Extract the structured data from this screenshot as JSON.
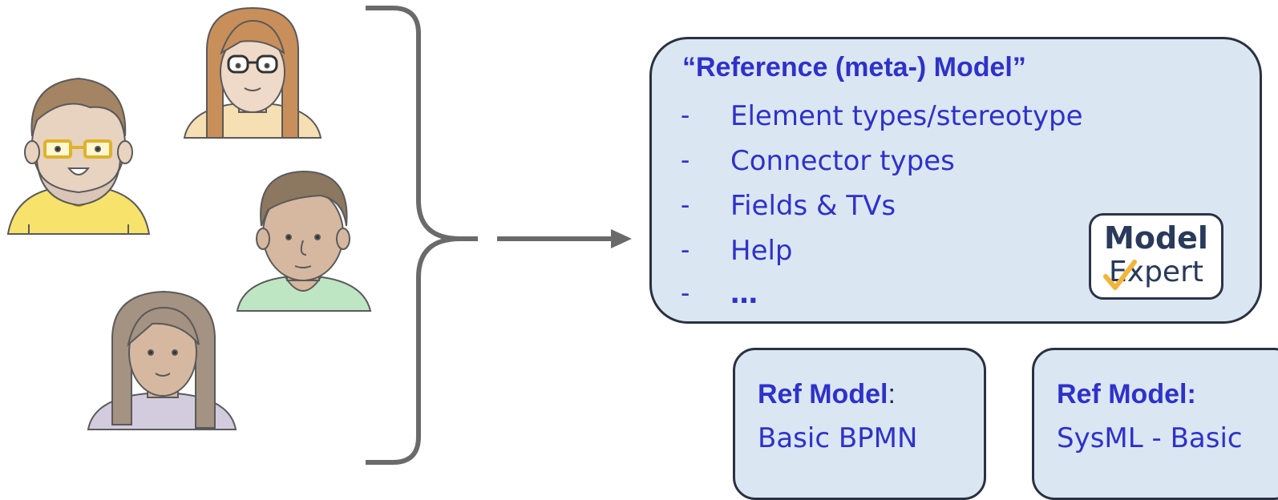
{
  "reference_model": {
    "title": "“Reference (meta-) Model”",
    "items": [
      {
        "dash": "-",
        "text": "Element types/stereotype"
      },
      {
        "dash": "-",
        "text": "Connector types"
      },
      {
        "dash": "-",
        "text": "Fields & TVs"
      },
      {
        "dash": "-",
        "text": "Help"
      },
      {
        "dash": "-",
        "text": "…"
      }
    ]
  },
  "logo": {
    "line1": "Model",
    "line2": "Expert",
    "accent_color": "#f2b43a",
    "text_color": "#293a5a"
  },
  "ref_models": [
    {
      "label": "Ref Model",
      "suffix": ":",
      "name": "Basic BPMN"
    },
    {
      "label": "Ref Model:",
      "suffix": "",
      "name": "SysML - Basic"
    }
  ],
  "people": [
    {
      "icon": "person-man-glasses-yellow-shirt-icon",
      "shirt_color": "#f7e36b"
    },
    {
      "icon": "person-woman-glasses-long-hair-icon",
      "shirt_color": "#f6dfb2"
    },
    {
      "icon": "person-man-green-shirt-icon",
      "shirt_color": "#bfe6c3"
    },
    {
      "icon": "person-woman-long-hair-purple-shirt-icon",
      "shirt_color": "#d3ccdf"
    }
  ],
  "colors": {
    "accent_text": "#2e32c8",
    "box_fill": "#dbe6f3",
    "box_border": "#2a3140",
    "connector": "#6a6a6a"
  }
}
